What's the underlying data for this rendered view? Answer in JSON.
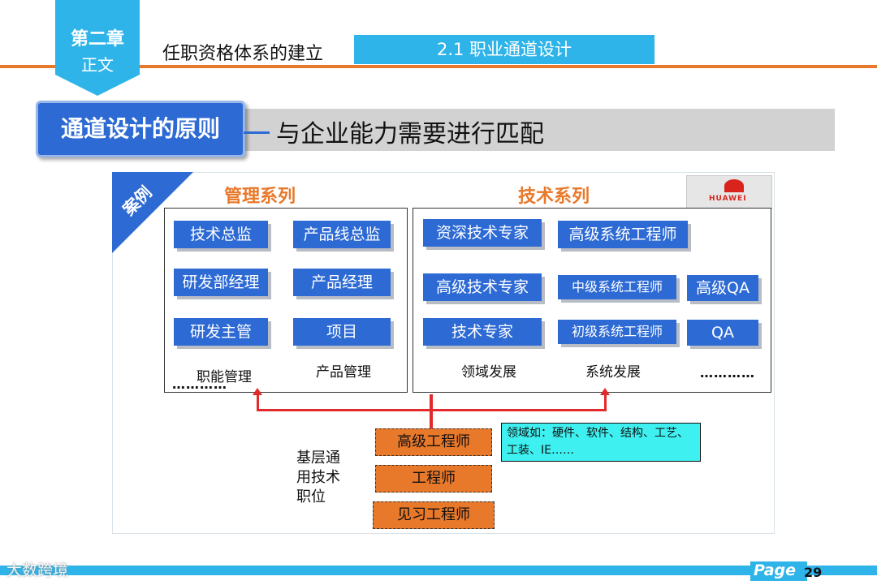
{
  "header": {
    "chapter": "第二章",
    "chapter_sub": "正文",
    "section_title": "任职资格体系的建立",
    "section_tag": "2.1 职业通道设计"
  },
  "principle": {
    "label": "通道设计的原则",
    "text": "与企业能力需要进行匹配"
  },
  "case": {
    "tag": "案例",
    "logo_text": "HUAWEI",
    "management": {
      "title": "管理系列",
      "positions": [
        "技术总监",
        "产品线总监",
        "研发部经理",
        "产品经理",
        "研发主管",
        "项目"
      ],
      "caption_left": "职能管理",
      "caption_right": "产品管理",
      "dots": "…………"
    },
    "technical": {
      "title": "技术系列",
      "positions": [
        "资深技术专家",
        "高级系统工程师",
        "高级技术专家",
        "中级系统工程师",
        "高级QA",
        "技术专家",
        "初级系统工程师",
        "QA"
      ],
      "caption_domain": "领域发展",
      "caption_system": "系统发展",
      "dots": "…………"
    },
    "base": {
      "label": "基层通用技术职位",
      "positions": [
        "高级工程师",
        "工程师",
        "见习工程师"
      ],
      "domain_note": "领域如：硬件、软件、结构、工艺、工装、IE……"
    }
  },
  "footer": {
    "page_label": "Page",
    "page_number": "29",
    "watermark": "大数跨境"
  },
  "colors": {
    "accent_blue": "#2eb4e8",
    "box_blue": "#2d6ad4",
    "orange": "#e8782a",
    "arrow_red": "#e32a2a",
    "note_cyan": "#3ef0f0"
  }
}
